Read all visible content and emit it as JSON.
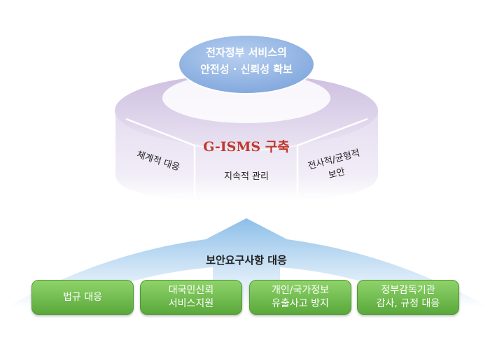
{
  "top_goal": {
    "lines": [
      "전자정부 서비스의",
      "안전성 · 신뢰성 확보"
    ]
  },
  "center": {
    "title": "G-ISMS 구축",
    "segments": {
      "left": "체계적 대응",
      "middle": "지속적 관리",
      "right_lines": [
        "전사적/균형적",
        "보안"
      ]
    }
  },
  "arrow_label": "보안요구사항 대응",
  "requirements": [
    "법규 대응",
    "대국민신뢰\n서비스지원",
    "개인/국가정보\n유출사고 방지",
    "정부감독기관\n감사, 규정 대응"
  ],
  "colors": {
    "ellipse_blue": "#8fb3e3",
    "disk_lavender": "#d9cde9",
    "title_red": "#c0392b",
    "arrow_blue": "#9cc7ea",
    "box_green": "#6dbb47"
  }
}
